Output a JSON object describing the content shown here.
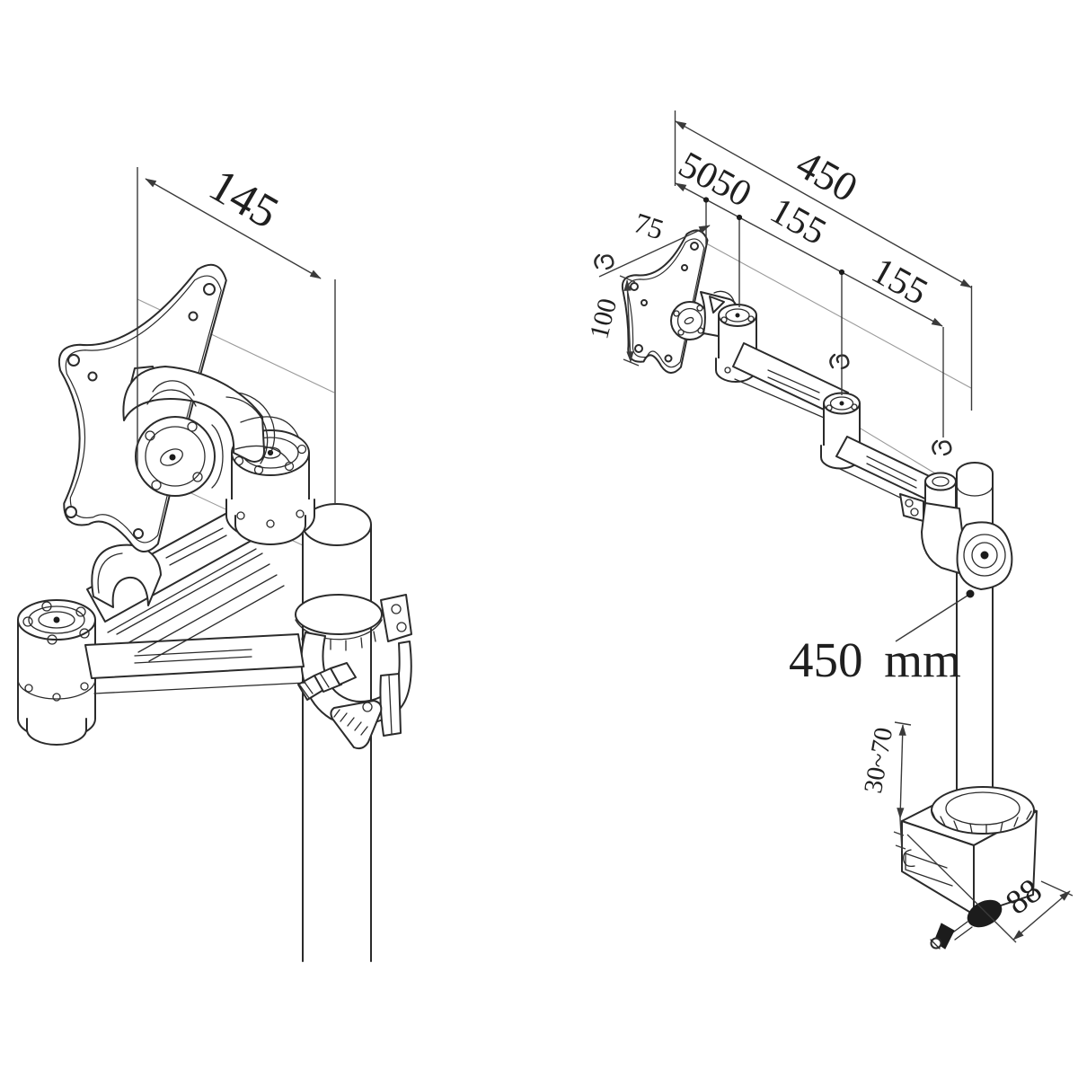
{
  "drawing": {
    "description": "Isometric technical line drawing of a desk-clamp monitor arm (VESA mount) with a detail view and a full dimensioned view",
    "background_color": "#ffffff",
    "line_color": "#2b2b2b",
    "dimension_color": "#3a3a3a",
    "detail_view": {
      "labels": {
        "vesa_plane_width": "145"
      }
    },
    "full_view": {
      "labels": {
        "offset_a": "50",
        "offset_b": "50",
        "reach_total": "450",
        "arm_segment_a": "155",
        "arm_segment_b": "155",
        "vesa_width": "75",
        "vesa_height": "100",
        "pole_height": "450 mm",
        "clamp_range": "30~70",
        "clamp_depth": "88"
      }
    }
  }
}
